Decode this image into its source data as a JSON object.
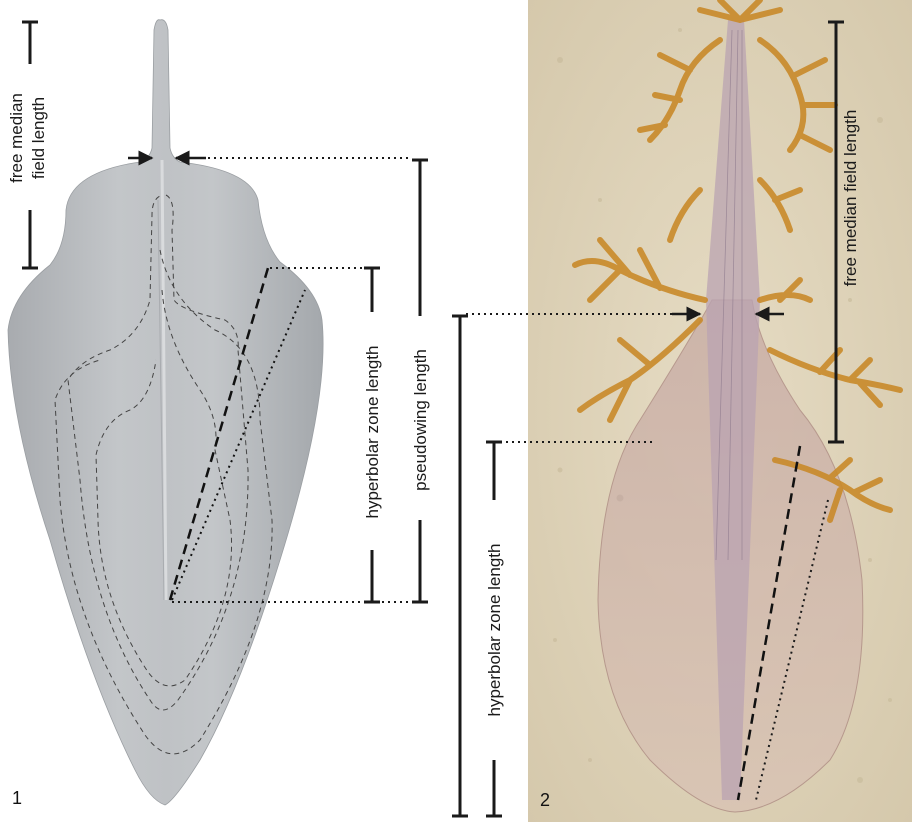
{
  "figure": {
    "panel_1": {
      "number": "1",
      "labels": {
        "free_median_field": [
          "free median",
          "field length"
        ],
        "hyperbolar_zone": "hyperbolar zone length",
        "pseudowing": "pseudowing length"
      }
    },
    "panel_2": {
      "number": "2",
      "labels": {
        "free_median_field": "free median field length",
        "hyperbolar_zone": "hyperbolar zone length"
      }
    },
    "colors": {
      "model_fill": "#b9bcbf",
      "model_shade": "#9ea2a6",
      "measure_lines": "#1a1a1a",
      "rock_background": "#ddd2b8",
      "dendrite": "#c98a2a",
      "fossil_body": "#cdb3a6"
    }
  }
}
